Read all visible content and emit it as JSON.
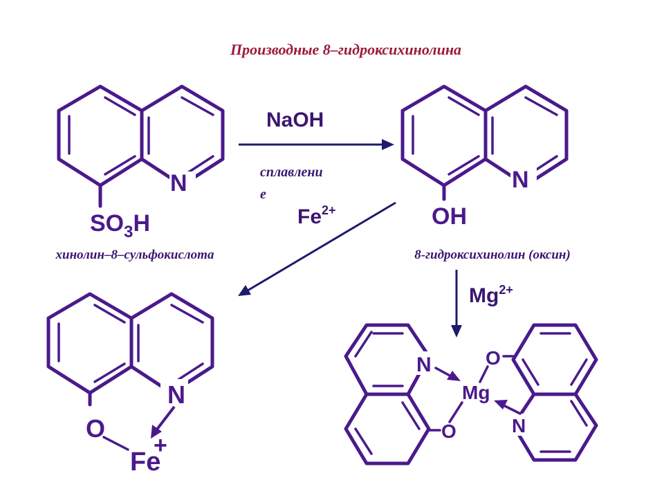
{
  "title": "Производные 8–гидроксихинолина",
  "compounds": {
    "sulfonic": {
      "caption": "хинолин–8–сульфокислота",
      "n_label": "N",
      "sub_so": "SO",
      "sub_3": "3",
      "sub_h": "H"
    },
    "oxine": {
      "caption": "8-гидроксихинолин  (оксин)",
      "n_label": "N",
      "oh_label": "OH"
    },
    "iron_complex": {
      "n_label": "N",
      "o_label": "O",
      "metal_label": "Fe",
      "charge": "+"
    },
    "mg_complex": {
      "n1_label": "N",
      "n2_label": "N",
      "o1_label": "O",
      "o2_label": "O",
      "metal_label": "Mg"
    }
  },
  "reactions": {
    "fusion": {
      "reagent": "NaOH",
      "condition_line1": "сплавлени",
      "condition_line2": "е"
    },
    "iron": {
      "ion": "Fe",
      "charge": "2+"
    },
    "magnesium": {
      "ion": "Mg",
      "charge": "2+"
    }
  },
  "colors": {
    "structure": "#4a1a8c",
    "caption": "#3b1670",
    "title": "#9b1a3c",
    "arrow": "#1c1c6b"
  }
}
